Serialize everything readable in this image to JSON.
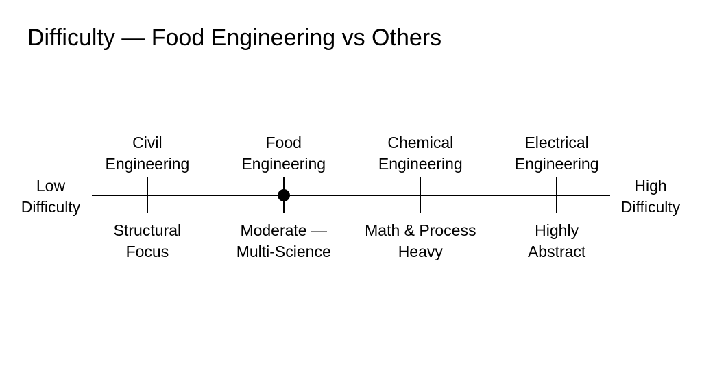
{
  "title": "Difficulty — Food Engineering vs Others",
  "scale": {
    "low_label": [
      "Low",
      "Difficulty"
    ],
    "high_label": [
      "High",
      "Difficulty"
    ]
  },
  "points": [
    {
      "name": [
        "Civil",
        "Engineering"
      ],
      "note": [
        "Structural",
        "Focus"
      ],
      "position": 0.107,
      "highlighted": false
    },
    {
      "name": [
        "Food",
        "Engineering"
      ],
      "note": [
        "Moderate —",
        "Multi-Science"
      ],
      "position": 0.37,
      "highlighted": true
    },
    {
      "name": [
        "Chemical",
        "Engineering"
      ],
      "note": [
        "Math & Process",
        "Heavy"
      ],
      "position": 0.634,
      "highlighted": false
    },
    {
      "name": [
        "Electrical",
        "Engineering"
      ],
      "note": [
        "Highly",
        "Abstract"
      ],
      "position": 0.897,
      "highlighted": false
    }
  ],
  "colors": {
    "line": "#000000",
    "text": "#000000",
    "background": "#ffffff"
  }
}
